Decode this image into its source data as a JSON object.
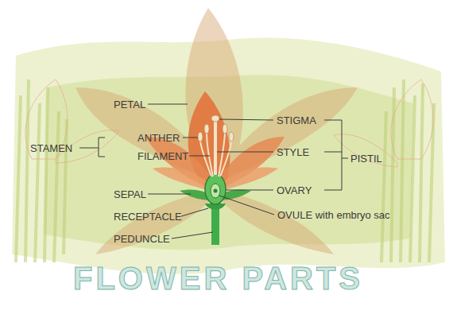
{
  "diagram": {
    "title": "FLOWER PARTS",
    "labels": [
      "PETAL",
      "STIGMA",
      "ANTHER",
      "STAMEN",
      "STYLE",
      "FILAMENT",
      "PISTIL",
      "OVARY",
      "SEPAL",
      "OVULE with embryo sac",
      "RECEPTACLE",
      "PEDUNCLE"
    ]
  }
}
